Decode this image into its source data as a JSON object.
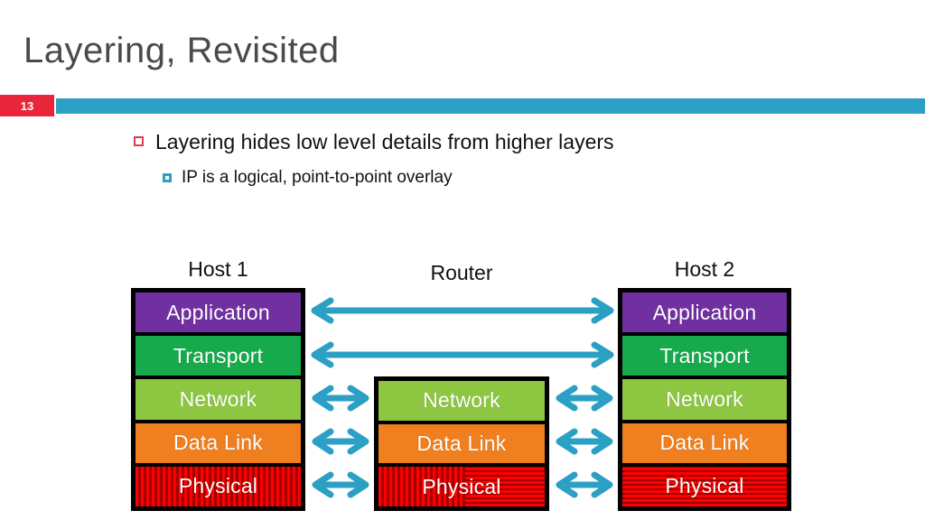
{
  "slide": {
    "title": "Layering, Revisited",
    "number": "13",
    "accent_red": "#E8253A",
    "accent_teal": "#2BA0C4",
    "title_color": "#4A4A4A"
  },
  "bullets": [
    {
      "level": 1,
      "marker": "hollow-red-square",
      "text": "Layering hides low level details from higher layers"
    },
    {
      "level": 2,
      "marker": "teal-square",
      "text": "IP is a logical, point-to-point overlay"
    }
  ],
  "diagram": {
    "columns": [
      {
        "id": "host1",
        "label": "Host 1"
      },
      {
        "id": "router",
        "label": "Router"
      },
      {
        "id": "host2",
        "label": "Host 2"
      }
    ],
    "layer_colors": {
      "application": "#7030A0",
      "transport": "#17AA4C",
      "network": "#8DC641",
      "data_link": "#EF7F1F",
      "physical": "#FF0000",
      "border": "#000000",
      "arrow": "#2BA0C4"
    },
    "host1_layers": [
      {
        "name": "Application",
        "fill": "application"
      },
      {
        "name": "Transport",
        "fill": "transport"
      },
      {
        "name": "Network",
        "fill": "network"
      },
      {
        "name": "Data Link",
        "fill": "data_link"
      },
      {
        "name": "Physical",
        "fill": "physical-vertical-stripes"
      }
    ],
    "router_layers": [
      {
        "name": "Network",
        "fill": "network"
      },
      {
        "name": "Data Link",
        "fill": "data_link"
      },
      {
        "name": "Physical",
        "fill": "physical-vertical-and-horizontal-stripes"
      }
    ],
    "host2_layers": [
      {
        "name": "Application",
        "fill": "application"
      },
      {
        "name": "Transport",
        "fill": "transport"
      },
      {
        "name": "Network",
        "fill": "network"
      },
      {
        "name": "Data Link",
        "fill": "data_link"
      },
      {
        "name": "Physical",
        "fill": "physical-horizontal-stripes"
      }
    ],
    "arrows": [
      {
        "id": "app-end-to-end",
        "from": "host1",
        "to": "host2",
        "layer": "Application",
        "style": "double-headed-long"
      },
      {
        "id": "transport-end-to-end",
        "from": "host1",
        "to": "host2",
        "layer": "Transport",
        "style": "double-headed-long"
      },
      {
        "id": "network-h1-router",
        "from": "host1",
        "to": "router",
        "layer": "Network",
        "style": "double-headed-short"
      },
      {
        "id": "datalink-h1-router",
        "from": "host1",
        "to": "router",
        "layer": "Data Link",
        "style": "double-headed-short"
      },
      {
        "id": "physical-h1-router",
        "from": "host1",
        "to": "router",
        "layer": "Physical",
        "style": "double-headed-short"
      },
      {
        "id": "network-router-h2",
        "from": "router",
        "to": "host2",
        "layer": "Network",
        "style": "double-headed-short"
      },
      {
        "id": "datalink-router-h2",
        "from": "router",
        "to": "host2",
        "layer": "Data Link",
        "style": "double-headed-short"
      },
      {
        "id": "physical-router-h2",
        "from": "router",
        "to": "host2",
        "layer": "Physical",
        "style": "double-headed-short"
      }
    ]
  }
}
